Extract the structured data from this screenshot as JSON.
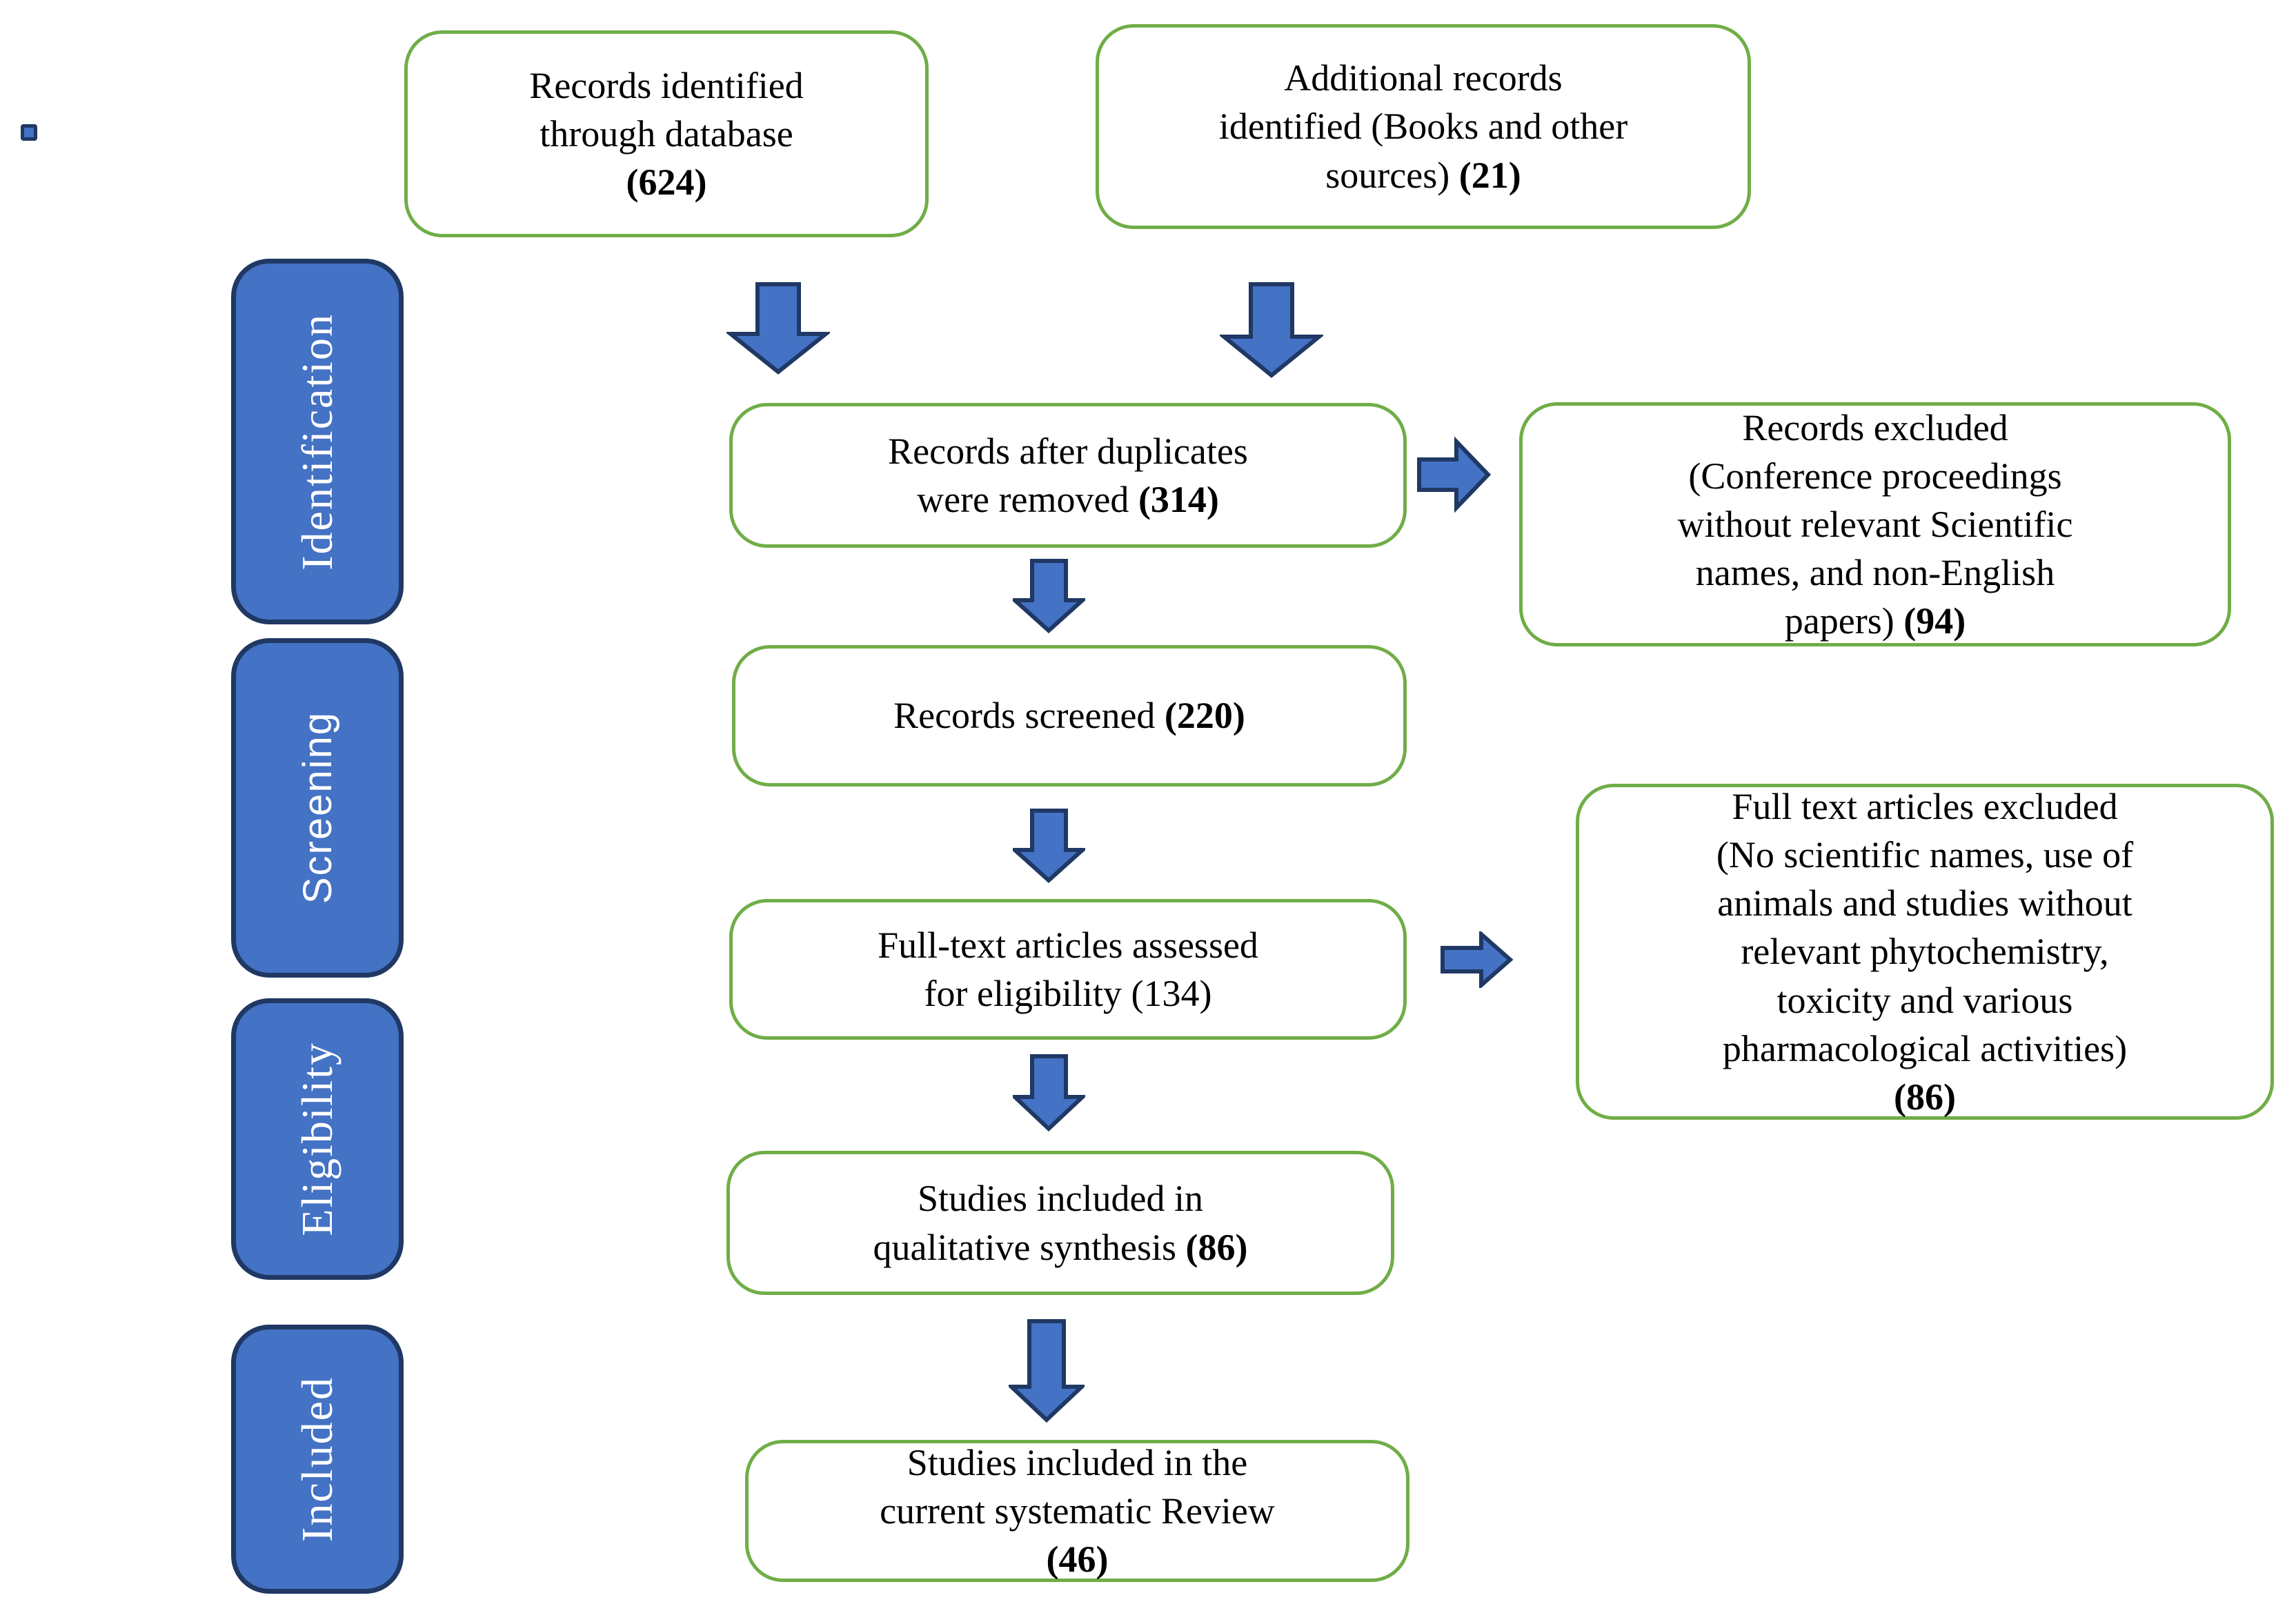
{
  "diagram": {
    "stages": [
      {
        "label": "Identification"
      },
      {
        "label": "Screening"
      },
      {
        "label": "Eligibility"
      },
      {
        "label": "Included"
      }
    ],
    "boxes": {
      "identified": {
        "text": "Records identified\nthrough database",
        "count": "(624)"
      },
      "additional": {
        "text": "Additional records\nidentified (Books and other\nsources)",
        "count": "(21)"
      },
      "after_duplicates": {
        "text": "Records after duplicates\nwere removed",
        "count": "(314)"
      },
      "records_excluded": {
        "text": "Records excluded\n(Conference proceedings\nwithout relevant Scientific\nnames, and non-English\npapers)",
        "count": "(94)"
      },
      "screened": {
        "text": "Records screened",
        "count": "(220)"
      },
      "fulltext_assessed": {
        "text": "Full-text articles assessed\nfor eligibility",
        "count": "(134)"
      },
      "fulltext_excluded": {
        "text": "Full text articles excluded\n(No scientific names, use of\nanimals and studies without\nrelevant phytochemistry,\ntoxicity and various\npharmacological activities)",
        "count": "(86)"
      },
      "qualitative": {
        "text": "Studies included in\nqualitative synthesis",
        "count": "(86)"
      },
      "final_review": {
        "text": "Studies included in the\ncurrent systematic Review",
        "count": "(46)"
      }
    },
    "colors": {
      "box_border_green": "#70AD47",
      "stage_fill_blue": "#4472C4",
      "stage_border_navy": "#1F3864",
      "arrow_fill_blue": "#4472C4",
      "arrow_outline_navy": "#1F3864",
      "box_text": "#000000",
      "stage_text": "#FFFFFF"
    }
  }
}
